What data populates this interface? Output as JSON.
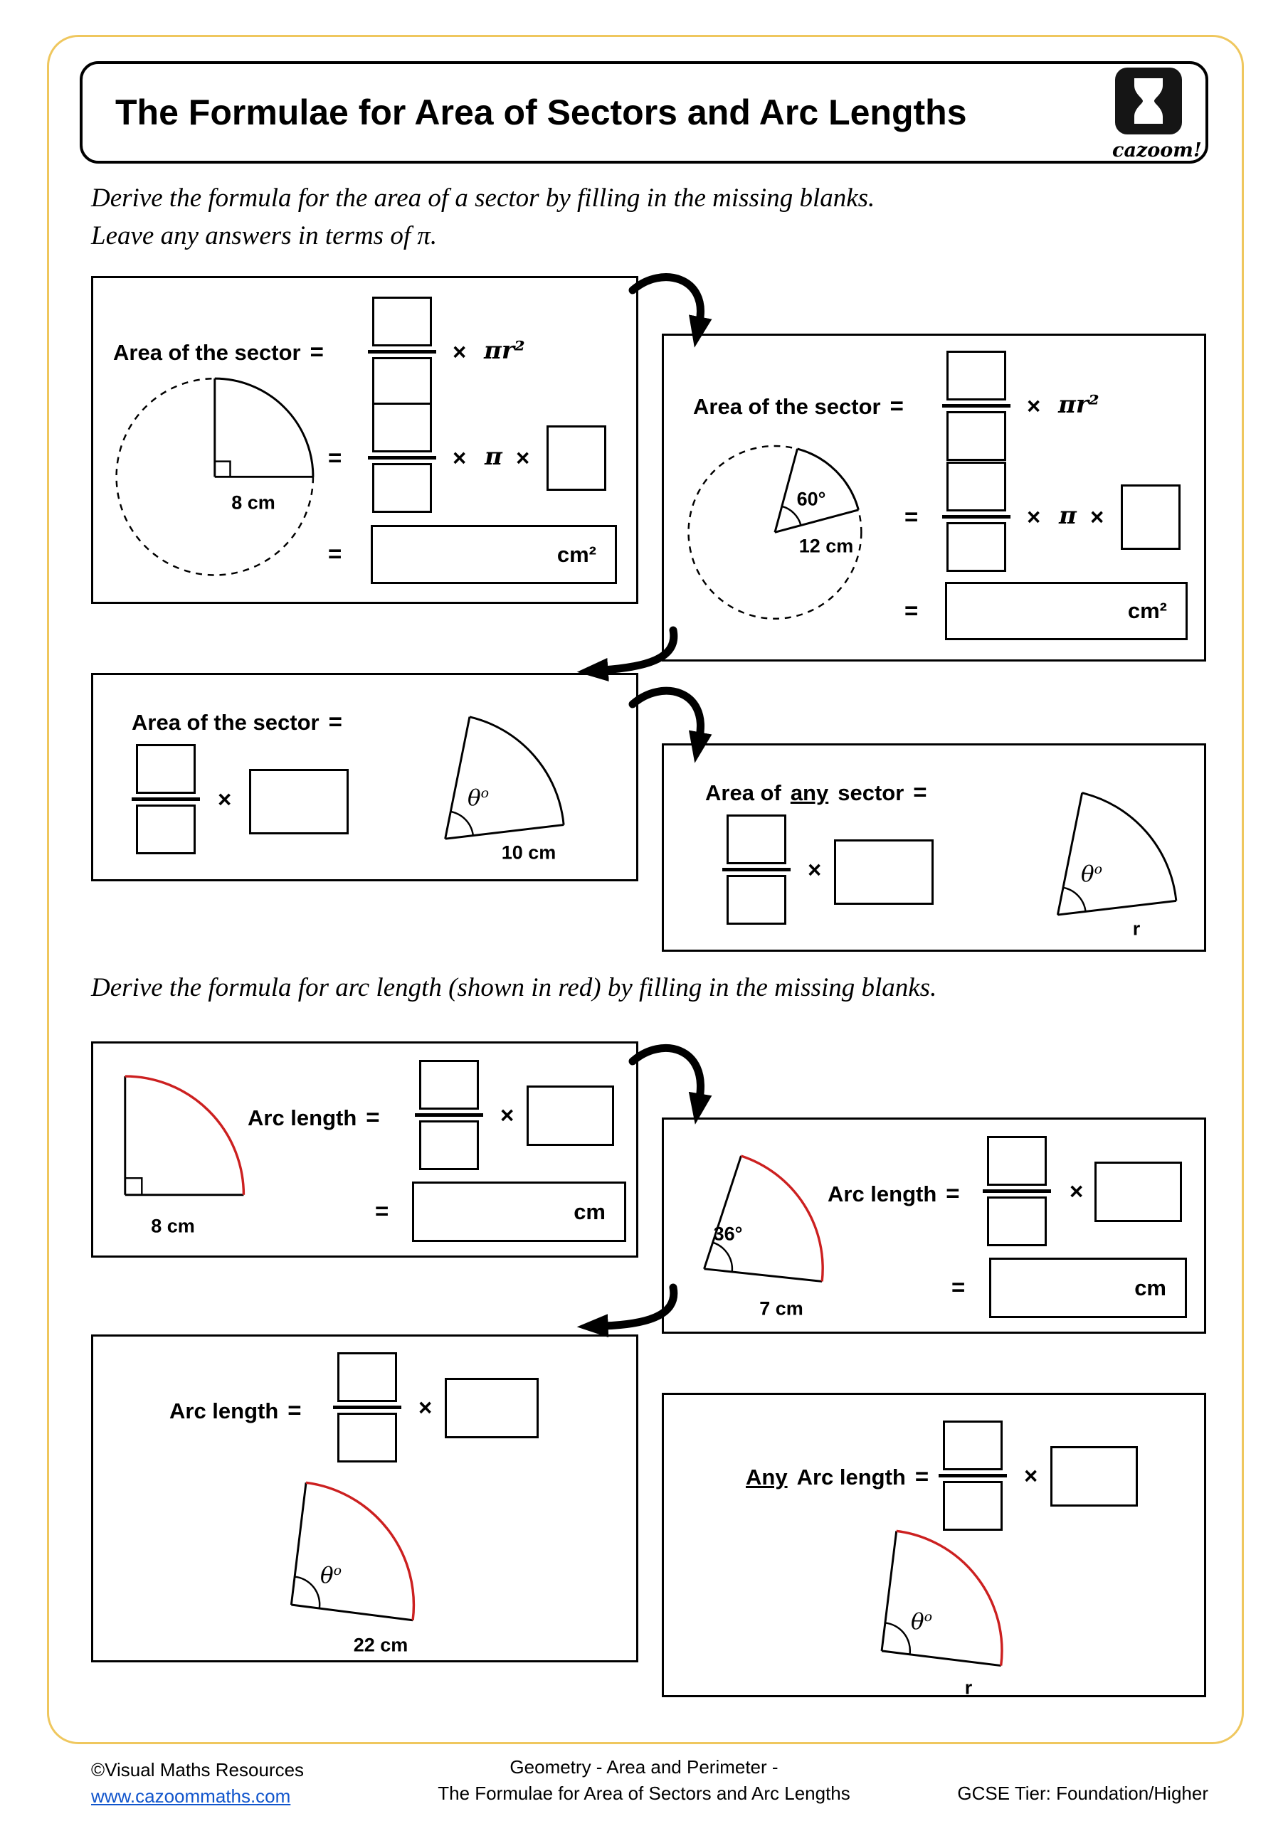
{
  "header": {
    "title": "The Formulae for Area of Sectors and Arc Lengths",
    "brand": "cazoom!"
  },
  "instructions": {
    "area1": "Derive the formula for the area of a sector by filling in the missing blanks.",
    "area2": "Leave any answers in terms of π.",
    "arc": "Derive the formula for arc length (shown in red) by filling in the missing blanks."
  },
  "symbols": {
    "equals": "=",
    "times": "×",
    "pi": "π",
    "pi_r_sq": "πr²",
    "theta": "θ",
    "deg": "o",
    "cm2": "cm²",
    "cm": "cm"
  },
  "area_boxes": {
    "b1": {
      "label": "Area of the sector",
      "radius": "8 cm"
    },
    "b2": {
      "label": "Area of the sector",
      "angle": "60°",
      "radius": "12 cm"
    },
    "b3": {
      "label": "Area of the sector",
      "radius": "10 cm"
    },
    "b4": {
      "pre": "Area of",
      "any": "any",
      "post": "sector",
      "radius": "r"
    }
  },
  "arc_boxes": {
    "b5": {
      "label": "Arc length",
      "radius": "8 cm"
    },
    "b6": {
      "label": "Arc length",
      "angle": "36°",
      "radius": "7 cm"
    },
    "b7": {
      "label": "Arc length",
      "radius": "22 cm"
    },
    "b8": {
      "any": "Any",
      "post": "Arc length",
      "radius": "r"
    }
  },
  "footer": {
    "copyright": "©Visual Maths Resources",
    "website": "www.cazoommaths.com",
    "center1": "Geometry - Area and Perimeter -",
    "center2": "The Formulae for Area of Sectors and Arc Lengths",
    "tier": "GCSE Tier: Foundation/Higher"
  },
  "colors": {
    "border_gold": "#efc75e",
    "arc_red": "#cc2020",
    "link_blue": "#1155cc"
  }
}
